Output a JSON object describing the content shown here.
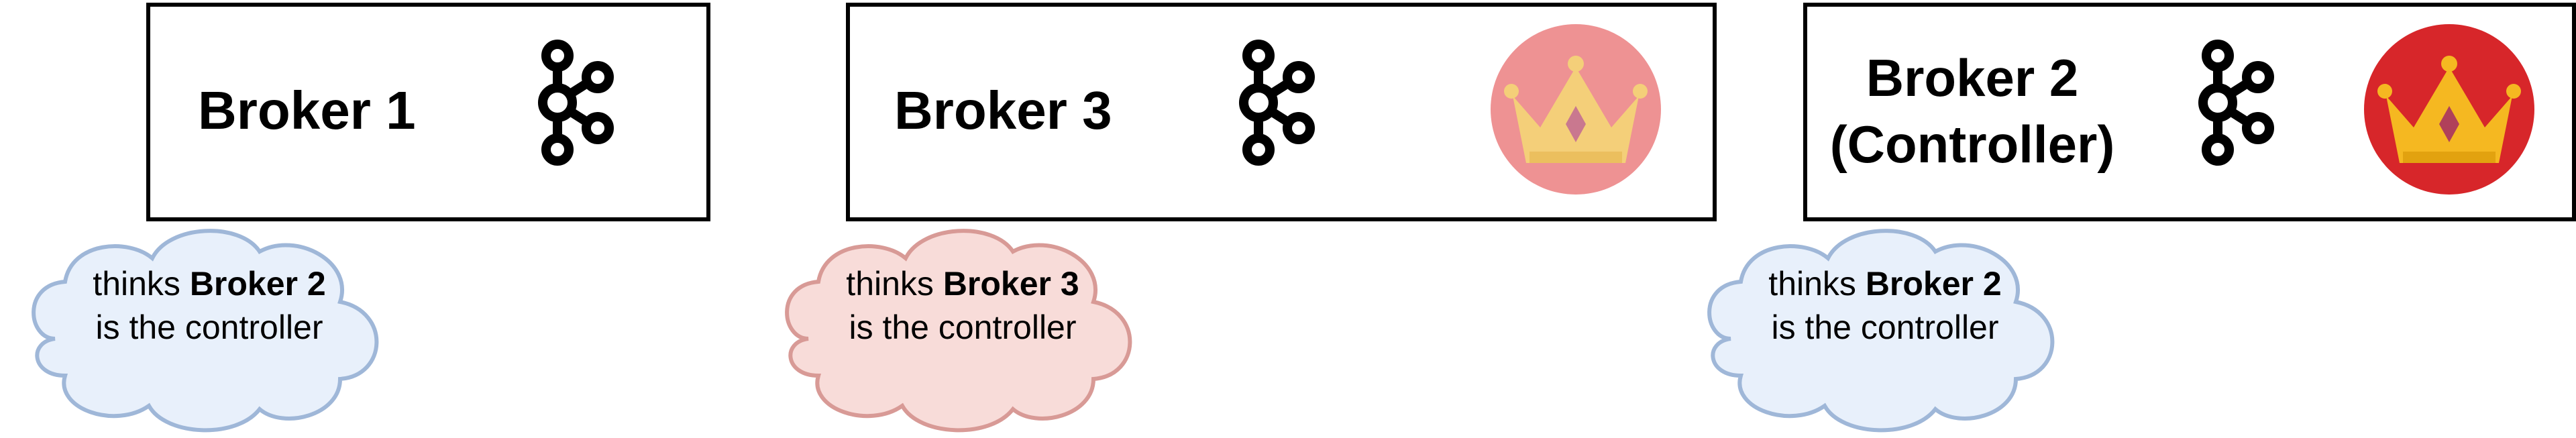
{
  "brokers": [
    {
      "name": "Broker 1",
      "controller_label": "",
      "crown": "none"
    },
    {
      "name": "Broker 3",
      "controller_label": "",
      "crown": "faded"
    },
    {
      "name": "Broker 2",
      "controller_label": "(Controller)",
      "crown": "active"
    }
  ],
  "thoughts": [
    {
      "prefix": "thinks ",
      "broker": "Broker 2",
      "suffix": "is the controller",
      "style": "blue"
    },
    {
      "prefix": "thinks ",
      "broker": "Broker 3",
      "suffix": "is the controller",
      "style": "red"
    },
    {
      "prefix": "thinks ",
      "broker": "Broker 2",
      "suffix": "is the controller",
      "style": "blue"
    }
  ],
  "colors": {
    "box_border": "#000000",
    "blue_cloud_fill": "#e8f0fb",
    "blue_cloud_stroke": "#9fb7d8",
    "red_cloud_fill": "#f8dcd9",
    "red_cloud_stroke": "#d89a96",
    "active_crown_circle": "#d7262a",
    "faded_crown_circle": "#ee9293",
    "crown_gold": "#f5b821",
    "crown_gold_faded": "#f4cf79",
    "crown_gem": "#b0405a"
  },
  "icons": [
    "kafka-icon",
    "crown-icon"
  ]
}
